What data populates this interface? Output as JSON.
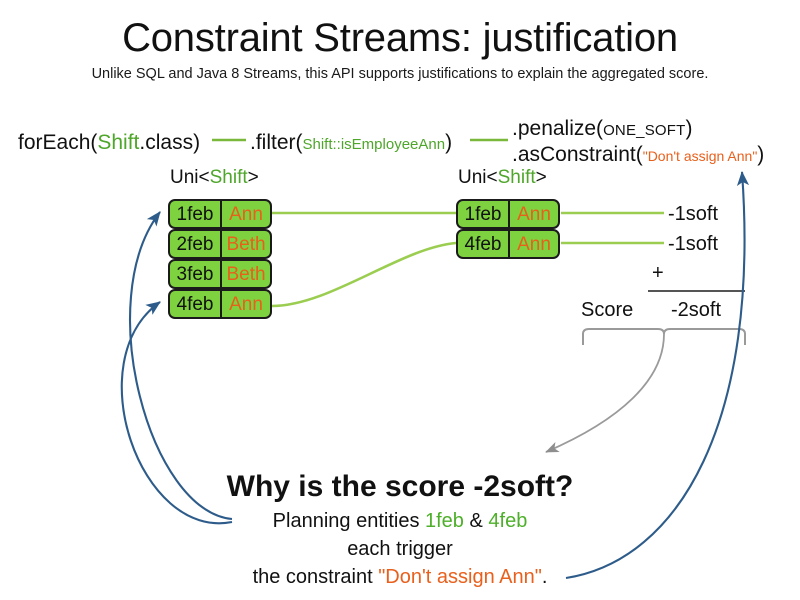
{
  "header": {
    "title": "Constraint Streams: justification",
    "subtitle": "Unlike SQL and Java 8 Streams, this API supports justifications to explain the aggregated score."
  },
  "pipeline": {
    "foreach": {
      "prefix": "forEach(",
      "type": "Shift",
      "suffix": ".class)"
    },
    "filter": {
      "prefix": ".filter(",
      "arg": "Shift::isEmployeeAnn",
      "suffix": ")"
    },
    "penalize": {
      "prefix": ".penalize(",
      "arg": "ONE_SOFT",
      "suffix": ")"
    },
    "as_constraint": {
      "prefix": ".asConstraint(",
      "arg": "\"Don't assign Ann\"",
      "suffix": ")"
    }
  },
  "streams": {
    "left": {
      "caption_prefix": "Uni<",
      "caption_type": "Shift",
      "caption_suffix": ">",
      "rows": [
        {
          "date": "1feb",
          "employee": "Ann"
        },
        {
          "date": "2feb",
          "employee": "Beth"
        },
        {
          "date": "3feb",
          "employee": "Beth"
        },
        {
          "date": "4feb",
          "employee": "Ann"
        }
      ]
    },
    "right": {
      "caption_prefix": "Uni<",
      "caption_type": "Shift",
      "caption_suffix": ">",
      "rows": [
        {
          "date": "1feb",
          "employee": "Ann"
        },
        {
          "date": "4feb",
          "employee": "Ann"
        }
      ]
    }
  },
  "score": {
    "impacts": [
      "-1soft",
      "-1soft"
    ],
    "operator": "+",
    "label": "Score",
    "total": "-2soft"
  },
  "explanation": {
    "heading": "Why is the score -2soft?",
    "line1_before": "Planning entities ",
    "line1_entity_a": "1feb",
    "line1_amp": " & ",
    "line1_entity_b": "4feb",
    "line2": "each trigger",
    "line3_before": "the constraint ",
    "line3_constraint": "\"Don't assign Ann\"",
    "line3_after": "."
  },
  "colors": {
    "tuple_fill": "#7ed13f",
    "tuple_stroke": "#1b1b1b",
    "type_green": "#4ea62a",
    "string_orange": "#e8601c",
    "wire_green": "#9ACD50",
    "arrow_blue": "#2E5C8A",
    "brace_gray": "#9a9a9a"
  }
}
